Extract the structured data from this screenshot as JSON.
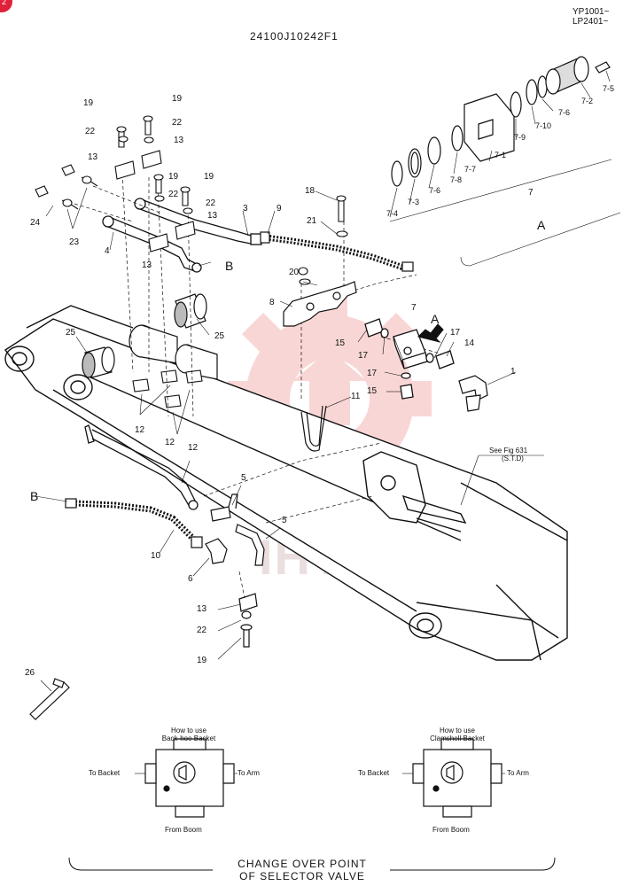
{
  "header": {
    "badge": "2",
    "part_number": "24100J10242F1",
    "serial_line_1": "YP1001~",
    "serial_line_2": "LP2401~"
  },
  "watermark": {
    "text": "IHTEX",
    "color": "#f2b6b6"
  },
  "callouts": {
    "c19a": "19",
    "c19b": "19",
    "c19c": "19",
    "c19d": "19",
    "c19e": "19",
    "c22a": "22",
    "c22b": "22",
    "c22c": "22",
    "c22d": "22",
    "c22e": "22",
    "c13a": "13",
    "c13b": "13",
    "c13c": "13",
    "c13d": "13",
    "c13e": "13",
    "c24": "24",
    "c23": "23",
    "c4": "4",
    "c3": "3",
    "c9": "9",
    "c18": "18",
    "c21": "21",
    "c20": "20",
    "c8": "8",
    "c25a": "25",
    "c25b": "25",
    "c15a": "15",
    "c15b": "15",
    "c17a": "17",
    "c17b": "17",
    "c17c": "17",
    "c14": "14",
    "c7": "7",
    "c1": "1",
    "c11": "11",
    "c12a": "12",
    "c12b": "12",
    "c12c": "12",
    "c5a": "5",
    "c5b": "5",
    "c10": "10",
    "c6": "6",
    "c26": "26",
    "k7_1": "7-1",
    "k7_2": "7-2",
    "k7_3": "7-3",
    "k7_4": "7-4",
    "k7_5": "7-5",
    "k7_6a": "7-6",
    "k7_6b": "7-6",
    "k7_7": "7-7",
    "k7_8": "7-8",
    "k7_9": "7-9",
    "k7_10": "7-10",
    "k7": "7"
  },
  "letters": {
    "B_top": "B",
    "B_left": "B",
    "A_view": "A",
    "A_arrow": "A"
  },
  "ref_note": {
    "line1": "See Fig 631",
    "line2": "(S.T.D)"
  },
  "valve_left": {
    "title_line1": "How to use",
    "title_line2": "Back-hoe Backet",
    "left": "To Backet",
    "right": "To Arm",
    "bottom": "From Boom"
  },
  "valve_right": {
    "title_line1": "How to use",
    "title_line2": "Clamshell Backet",
    "left": "To Backet",
    "right": "To Arm",
    "bottom": "From Boom"
  },
  "caption": {
    "line1": "CHANGE  OVER POINT",
    "line2": "OF SELECTOR VALVE"
  }
}
